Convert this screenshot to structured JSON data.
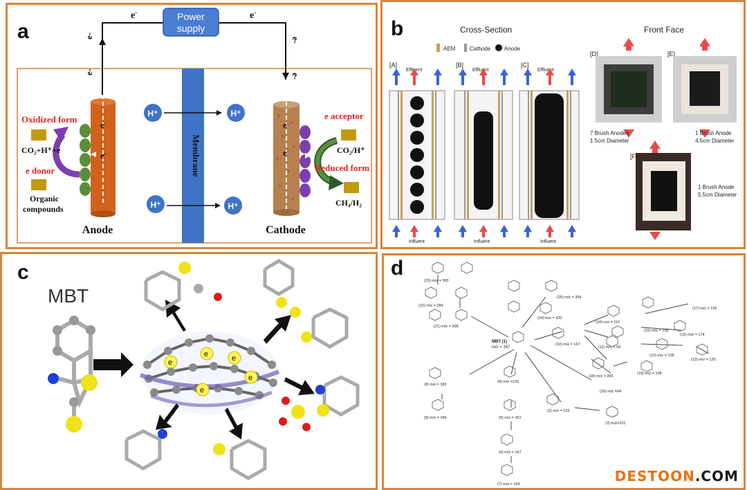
{
  "panels": {
    "a": {
      "label": "a",
      "power_supply": "Power supply",
      "electron": "e",
      "electron_sup": "-",
      "proton": "H⁺",
      "membrane": "Membrane",
      "anode": "Anode",
      "cathode": "Cathode",
      "oxidized_form": "Oxidized form",
      "co2_products": "CO₂+H⁺+e",
      "e_donor": "e  donor",
      "organic_compounds_1": "Organic",
      "organic_compounds_2": "compounds",
      "e_acceptor": "e  acceptor",
      "co2_h": "CO₂/H⁺",
      "reduced_form": "Reduced form",
      "ch4_h2": "CH₄/H₂",
      "colors": {
        "anode": "#d2621b",
        "cathode": "#b9804f",
        "membrane": "#3f73c7",
        "proton": "#3f73c7",
        "microbe_green": "#5a8f3a",
        "microbe_purple": "#7d3fb0",
        "label_red": "#e8211d",
        "gold_box": "#c29a10"
      }
    },
    "b": {
      "label": "b",
      "cross_section": "Cross-Section",
      "front_face": "Front Face",
      "legend": {
        "aem": "AEM",
        "cathode": "Cathode",
        "anode": "Anode"
      },
      "reactors": [
        {
          "tag": "[A]",
          "effluent": "Effluent",
          "influent": "Influent"
        },
        {
          "tag": "[B]",
          "effluent": "Effluent",
          "influent": "Influent"
        },
        {
          "tag": "[C]",
          "effluent": "Effluent",
          "influent": "Influent"
        }
      ],
      "photos": [
        {
          "tag": "[D]",
          "caption_1": "7 Brush Anodes",
          "caption_2": "1.5cm Diameter"
        },
        {
          "tag": "[E]",
          "caption_1": "1 Brush Anode",
          "caption_2": "4.5cm Diameter"
        },
        {
          "tag": "[F]",
          "caption_1": "1 Brush Anode",
          "caption_2": "5.5cm Diameter"
        }
      ]
    },
    "c": {
      "label": "c",
      "mbt": "MBT",
      "electron": "e"
    },
    "d": {
      "label": "d",
      "center": {
        "line1": "MBT (1)",
        "line2": "m/z = 167"
      },
      "compounds": [
        {
          "id": "23",
          "text": "(23) m/z = 300"
        },
        {
          "id": "22",
          "text": "(22) m/z = 284"
        },
        {
          "id": "21",
          "text": "(21) m/z = 268"
        },
        {
          "id": "25",
          "text": "(25) m/z = 364"
        },
        {
          "id": "24",
          "text": "(24) m/z = 332"
        },
        {
          "id": "17",
          "text": "(17) m/z = 126"
        },
        {
          "id": "14",
          "text": "(14) m/z = 110"
        },
        {
          "id": "15",
          "text": "(15) m/z = 158"
        },
        {
          "id": "16",
          "text": "(16) m/z = 174"
        },
        {
          "id": "10",
          "text": "(10) m/z = 167"
        },
        {
          "id": "11",
          "text": "(11) m/z = 93"
        },
        {
          "id": "12",
          "text": "(12) m/z = 109"
        },
        {
          "id": "13",
          "text": "(13) m/z = 125"
        },
        {
          "id": "18",
          "text": "(18) m/z = 283"
        },
        {
          "id": "19",
          "text": "(19) m/z = 108"
        },
        {
          "id": "20",
          "text": "(20) m/z =94"
        },
        {
          "id": "8",
          "text": "(8) m/z = 183"
        },
        {
          "id": "9",
          "text": "(9) m/z = 199"
        },
        {
          "id": "4",
          "text": "(4) m/z =135"
        },
        {
          "id": "5",
          "text": "(5) m/z = 151"
        },
        {
          "id": "6",
          "text": "(6) m/z = 167"
        },
        {
          "id": "7",
          "text": "(7) m/z = 169"
        },
        {
          "id": "2",
          "text": "(2) m/z = 215"
        },
        {
          "id": "3",
          "text": "(3) m/z=231"
        }
      ]
    }
  },
  "watermark": {
    "main": "DESTOON",
    "suffix": ".COM",
    "color_main": "#e8730c",
    "color_suffix": "#1a1a1a"
  }
}
